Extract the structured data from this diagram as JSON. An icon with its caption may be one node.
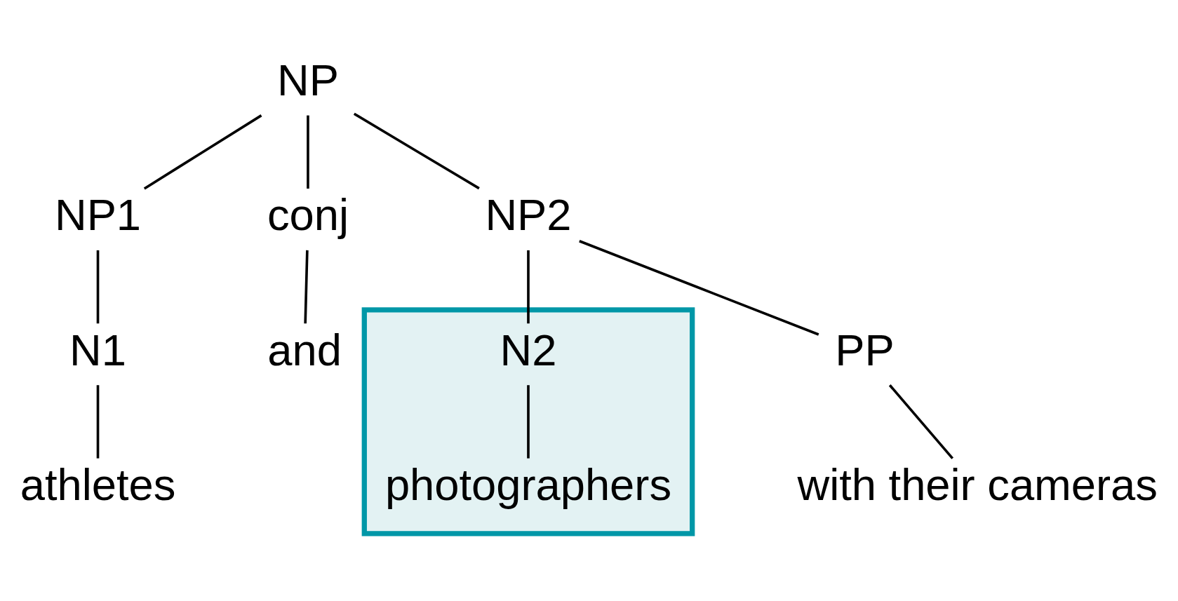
{
  "diagram": {
    "nodes": [
      {
        "text": [
          "NP"
        ]
      },
      {
        "text": [
          "NP1"
        ]
      },
      {
        "text": [
          "conj"
        ]
      },
      {
        "text": [
          "NP2"
        ]
      },
      {
        "text": [
          "N1"
        ]
      },
      {
        "text": [
          "and"
        ]
      },
      {
        "text": [],
        "shape": "box"
      },
      {
        "text": [
          "N2"
        ],
        "in": 6
      },
      {
        "text": [
          "PP"
        ]
      },
      {
        "text": [
          "athletes"
        ]
      },
      {
        "text": [
          "photographers"
        ],
        "in": 6
      },
      {
        "text": [
          "with their cameras"
        ]
      }
    ],
    "edges": [
      {
        "from": 0,
        "to": 1,
        "arrow": "none"
      },
      {
        "from": 0,
        "to": 2,
        "arrow": "none"
      },
      {
        "from": 0,
        "to": 3,
        "arrow": "none"
      },
      {
        "from": 1,
        "to": 4,
        "arrow": "none"
      },
      {
        "from": 2,
        "to": 5,
        "arrow": "none"
      },
      {
        "from": 3,
        "to": 7,
        "arrow": "none"
      },
      {
        "from": 3,
        "to": 8,
        "arrow": "none"
      },
      {
        "from": 4,
        "to": 9,
        "arrow": "none"
      },
      {
        "from": 7,
        "to": 10,
        "arrow": "none"
      },
      {
        "from": 8,
        "to": 11,
        "arrow": "none"
      }
    ]
  }
}
